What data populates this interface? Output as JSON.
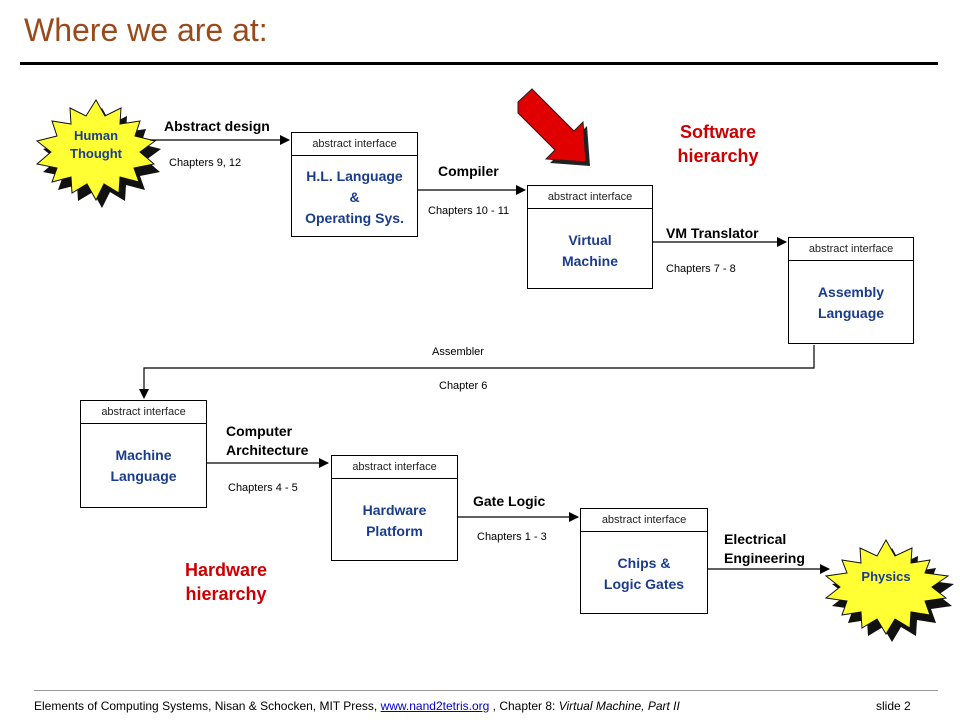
{
  "title": "Where we are at:",
  "headings": {
    "software": "Software hierarchy",
    "hardware": "Hardware hierarchy"
  },
  "nodes": {
    "human": "Human Thought",
    "hl": {
      "header": "abstract interface",
      "line1": "H.L. Language",
      "line2": "&",
      "line3": "Operating Sys."
    },
    "vm": {
      "header": "abstract interface",
      "line1": "Virtual",
      "line2": "Machine"
    },
    "asm": {
      "header": "abstract interface",
      "line1": "Assembly",
      "line2": "Language"
    },
    "ml": {
      "header": "abstract interface",
      "line1": "Machine",
      "line2": "Language"
    },
    "hw": {
      "header": "abstract interface",
      "line1": "Hardware",
      "line2": "Platform"
    },
    "chips": {
      "header": "abstract interface",
      "line1": "Chips &",
      "line2": "Logic Gates"
    },
    "physics": "Physics"
  },
  "edges": {
    "design": {
      "label": "Abstract design",
      "chapters": "Chapters 9, 12"
    },
    "compiler": {
      "label": "Compiler",
      "chapters": "Chapters 10 - 11"
    },
    "vmtrans": {
      "label": "VM Translator",
      "chapters": "Chapters 7 - 8"
    },
    "assembler": {
      "label": "Assembler",
      "chapters": "Chapter 6"
    },
    "comparch": {
      "label1": "Computer",
      "label2": "Architecture",
      "chapters": "Chapters  4 - 5"
    },
    "gatelogic": {
      "label": "Gate Logic",
      "chapters": "Chapters  1 - 3"
    },
    "elec": {
      "label1": "Electrical",
      "label2": "Engineering"
    }
  },
  "footer": {
    "text1": "Elements of Computing Systems, Nisan & Schocken, MIT Press, ",
    "link": "www.nand2tetris.org",
    "text2": " , Chapter 8: ",
    "chapter": "Virtual Machine, Part II",
    "slide": "slide 2"
  },
  "colors": {
    "title": "#9a4a1a",
    "heading": "#cc0000",
    "box_text": "#1a3c8c",
    "star_fill": "#ffff33",
    "arrow": "#e00000"
  }
}
